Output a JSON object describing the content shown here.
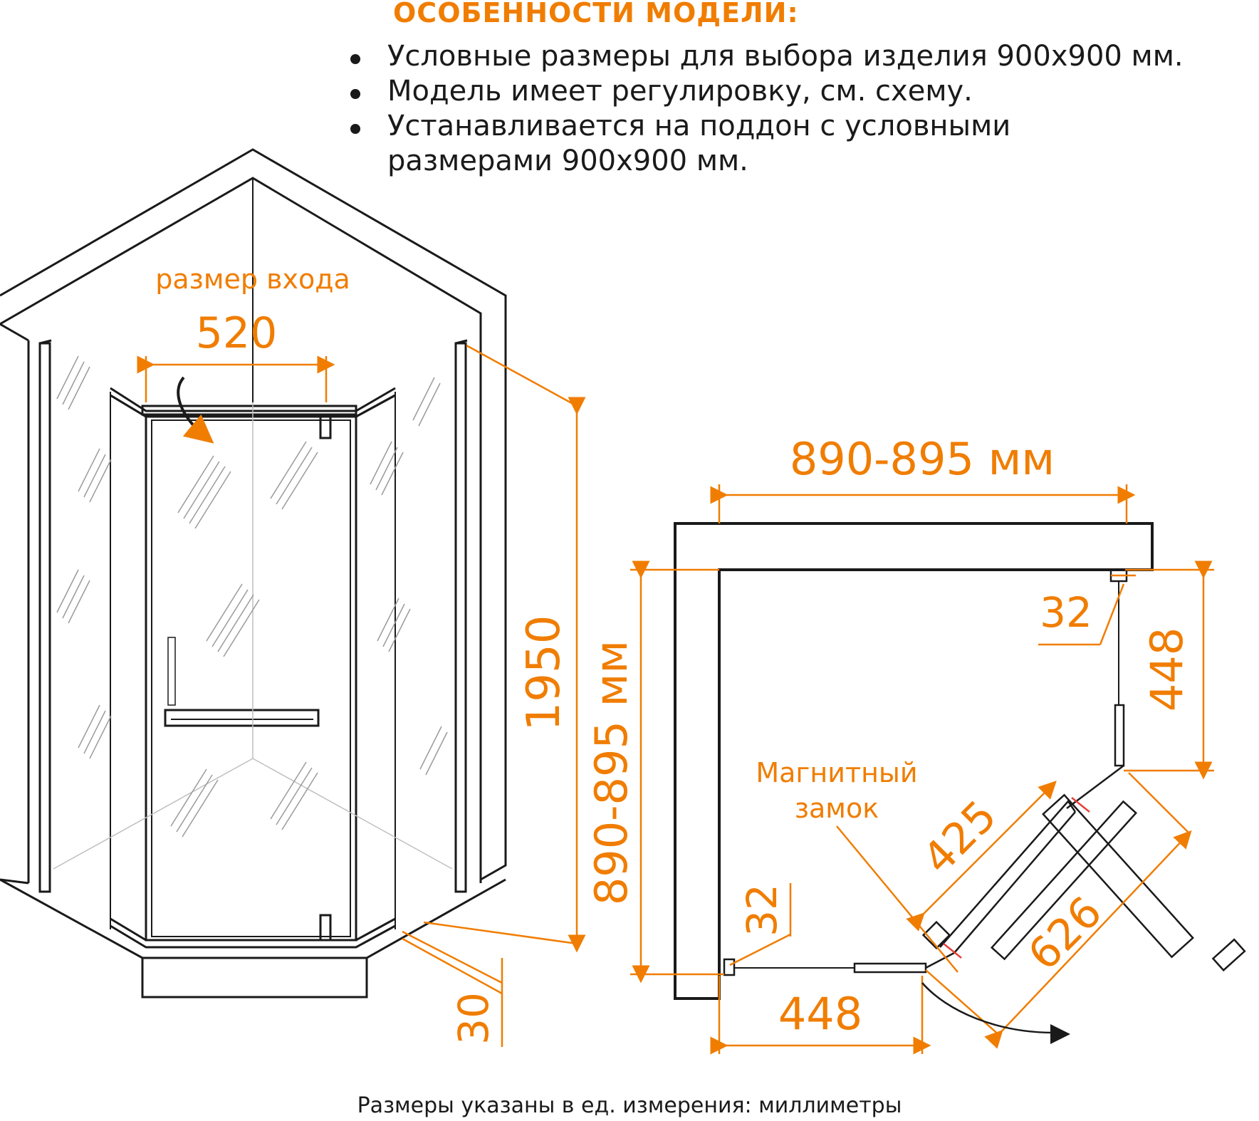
{
  "features": {
    "title": "ОСОБЕННОСТИ МОДЕЛИ:",
    "items": [
      "Условные размеры для выбора изделия 900х900 мм.",
      "Модель имеет регулировку, см. схему.",
      "Устанавливается на поддон с условными размерами 900х900 мм."
    ]
  },
  "left_view": {
    "entrance_label": "размер входа",
    "entrance_width": "520",
    "height": "1950",
    "tray_height": "30"
  },
  "plan_view": {
    "width_top": "890-895 мм",
    "width_side": "890-895 мм",
    "gap_top": "32",
    "gap_left": "32",
    "side_panel": "448",
    "bottom_panel": "448",
    "door": "425",
    "diagonal": "626",
    "magnet_label_line1": "Магнитный",
    "magnet_label_line2": "замок"
  },
  "colors": {
    "accent": "#f07d00",
    "lines": "#1a1a1a",
    "thin": "#bfbfbf"
  },
  "footnote": "Размеры указаны в ед. измерения: миллиметры"
}
